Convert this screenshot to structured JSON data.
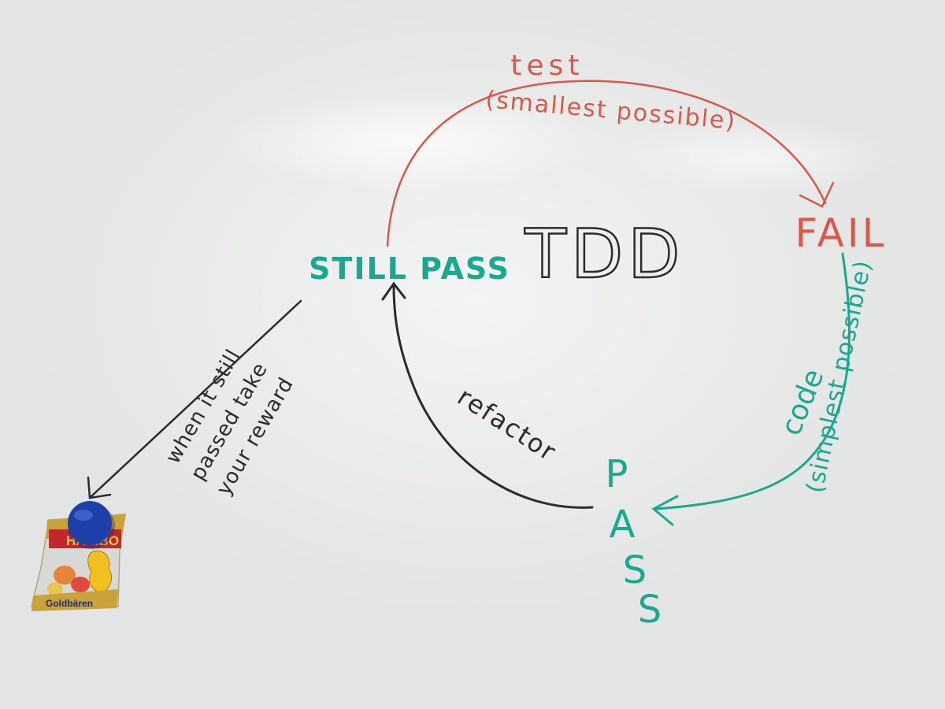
{
  "title": "TDD",
  "cycle": {
    "test_label": "test",
    "test_note": "(smallest possible)",
    "fail_label": "FAIL",
    "code_label": "code",
    "code_note": "(simplest possible)",
    "pass_label": "PASS",
    "refactor_label": "refactor",
    "still_pass_label": "STILL PASS"
  },
  "reward": {
    "note_line1": "when it still",
    "note_line2": "passed take",
    "note_line3": "your reward",
    "candy_brand": "HARIBO",
    "candy_name": "Goldbären"
  },
  "colors": {
    "red_marker": "#d9584a",
    "teal_marker": "#1aa890",
    "black_marker": "#2b2b2b",
    "magnet_blue": "#1d3fa8"
  }
}
